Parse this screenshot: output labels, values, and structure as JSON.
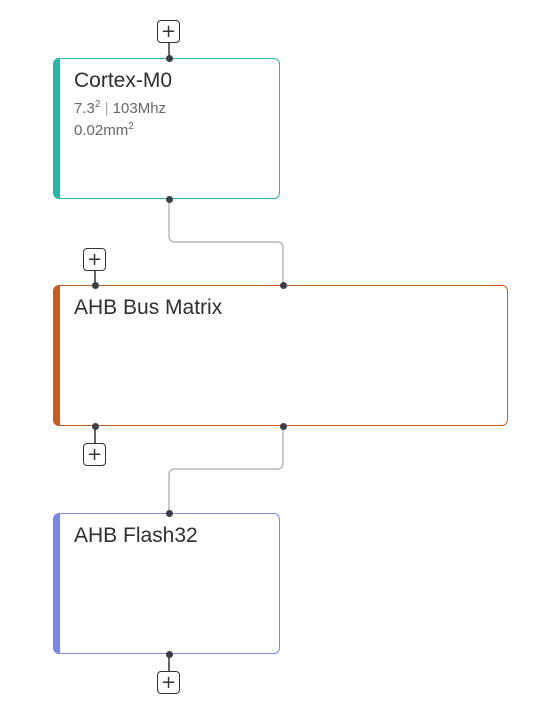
{
  "colors": {
    "wire": "#b9b9b9",
    "port": "#3a3f4a",
    "stub": "#333333"
  },
  "add_button_label": "+",
  "nodes": {
    "cortex": {
      "title": "Cortex-M0",
      "meta_line1_value": "7.3",
      "meta_line1_sup": "2",
      "meta_line1_sep": "|",
      "meta_line1_freq": "103Mhz",
      "meta_line2_value": "0.02mm",
      "meta_line2_sup": "2",
      "accent": "#25b8a9"
    },
    "ahb": {
      "title": "AHB Bus Matrix",
      "accent": "#cc5a1d"
    },
    "flash": {
      "title": "AHB Flash32",
      "accent": "#7b86ef"
    }
  }
}
